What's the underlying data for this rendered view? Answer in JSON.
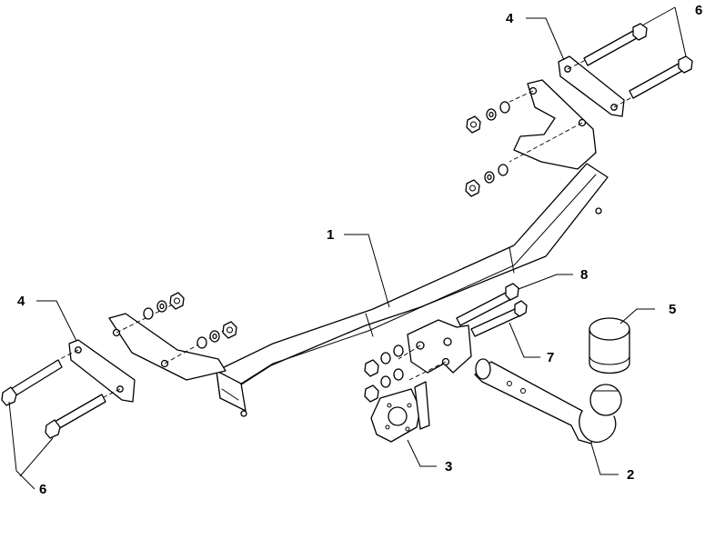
{
  "callouts": {
    "main_beam": "1",
    "ball_neck": "2",
    "socket_plate": "3",
    "left_bracket": "4",
    "right_bracket": "4",
    "ball_cap": "5",
    "bolts_left": "6",
    "bolts_right": "6",
    "bolt_7": "7",
    "bolt_8": "8"
  },
  "colors": {
    "line": "#000000",
    "background": "#ffffff"
  }
}
